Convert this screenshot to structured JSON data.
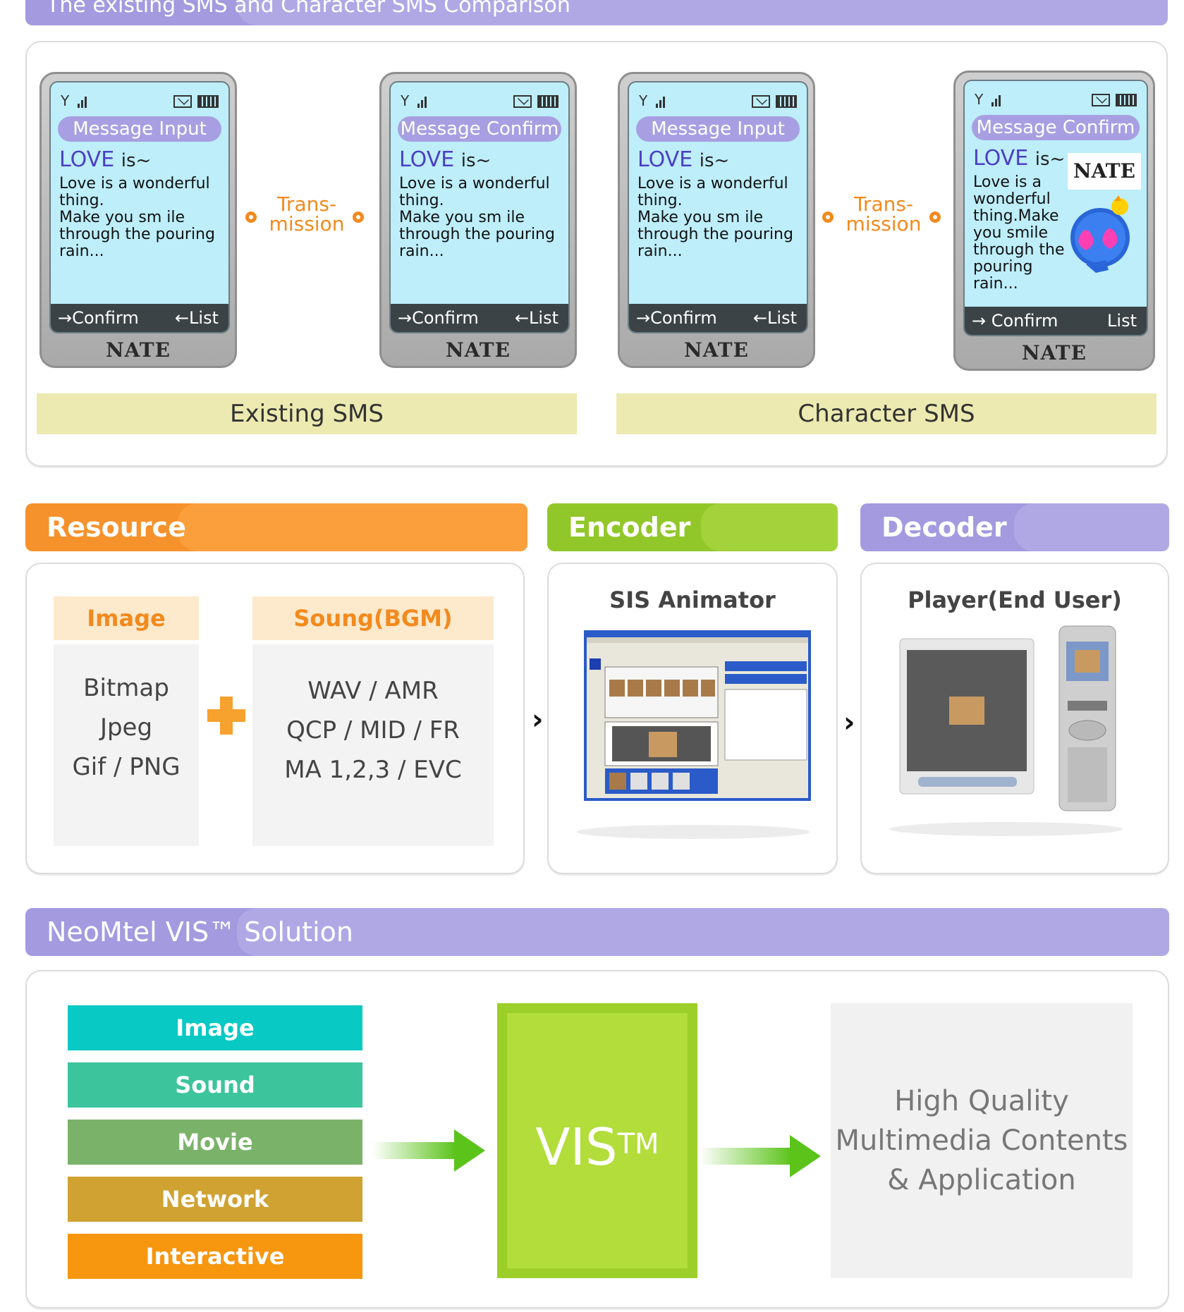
{
  "titles": {
    "comparison": "The existing SMS and Character SMS Comparison",
    "resource": "Resource",
    "encoder": "Encoder",
    "decoder": "Decoder",
    "solution": "NeoMtel VIS™ Solution"
  },
  "sms": {
    "phones": [
      {
        "screen_title": "Message Input",
        "love_word": "LOVE",
        "love_suffix": "is~",
        "body": "Love is a wonderful\nthing.\nMake you sm ile\nthrough the pouring\nrain...",
        "left_key": "→Confirm",
        "right_key": "←List",
        "brand": "NATE"
      },
      {
        "screen_title": "Message Confirm",
        "love_word": "LOVE",
        "love_suffix": "is~",
        "body": "Love is a wonderful\nthing.\nMake you sm ile\nthrough the pouring\nrain...",
        "left_key": "→Confirm",
        "right_key": "←List",
        "brand": "NATE"
      },
      {
        "screen_title": "Message Input",
        "love_word": "LOVE",
        "love_suffix": "is~",
        "body": "Love is a wonderful\nthing.\nMake you sm ile\nthrough the pouring\nrain...",
        "left_key": "→Confirm",
        "right_key": "←List",
        "brand": "NATE"
      },
      {
        "screen_title": "Message Confirm",
        "love_word": "LOVE",
        "love_suffix": "is~",
        "body": "Love is a\nwonderful\nthing.Make\nyou smile\nthrough the\npouring rain...",
        "left_key": "→ Confirm",
        "right_key": "List",
        "brand": "NATE",
        "sticker_brand": "NATE"
      }
    ],
    "transmission_line1": "Trans-",
    "transmission_line2": "mission",
    "existing_caption": "Existing SMS",
    "character_caption": "Character SMS"
  },
  "resource": {
    "image_head": "Image",
    "image_body": "Bitmap\nJpeg\nGif  /  PNG",
    "sound_head": "Soung(BGM)",
    "sound_body": "WAV  /  AMR\nQCP  /  MID  /  FR\nMA 1,2,3  /  EVC"
  },
  "encoder": {
    "title": "SIS Animator"
  },
  "decoder": {
    "title": "Player(End User)"
  },
  "solution": {
    "features": [
      {
        "label": "Image",
        "color": "#08c9c4"
      },
      {
        "label": "Sound",
        "color": "#3cc49c"
      },
      {
        "label": "Movie",
        "color": "#7bb26a"
      },
      {
        "label": "Network",
        "color": "#cfa232"
      },
      {
        "label": "Interactive",
        "color": "#f7960f"
      }
    ],
    "vis_label": "VIS",
    "vis_sup": "TM",
    "output_text": "High Quality\nMultimedia Contents\n& Application"
  },
  "colors": {
    "purple": "#a39adf",
    "orange": "#f6922b",
    "green": "#92c72a",
    "arrow_green": "#5cc31a"
  }
}
